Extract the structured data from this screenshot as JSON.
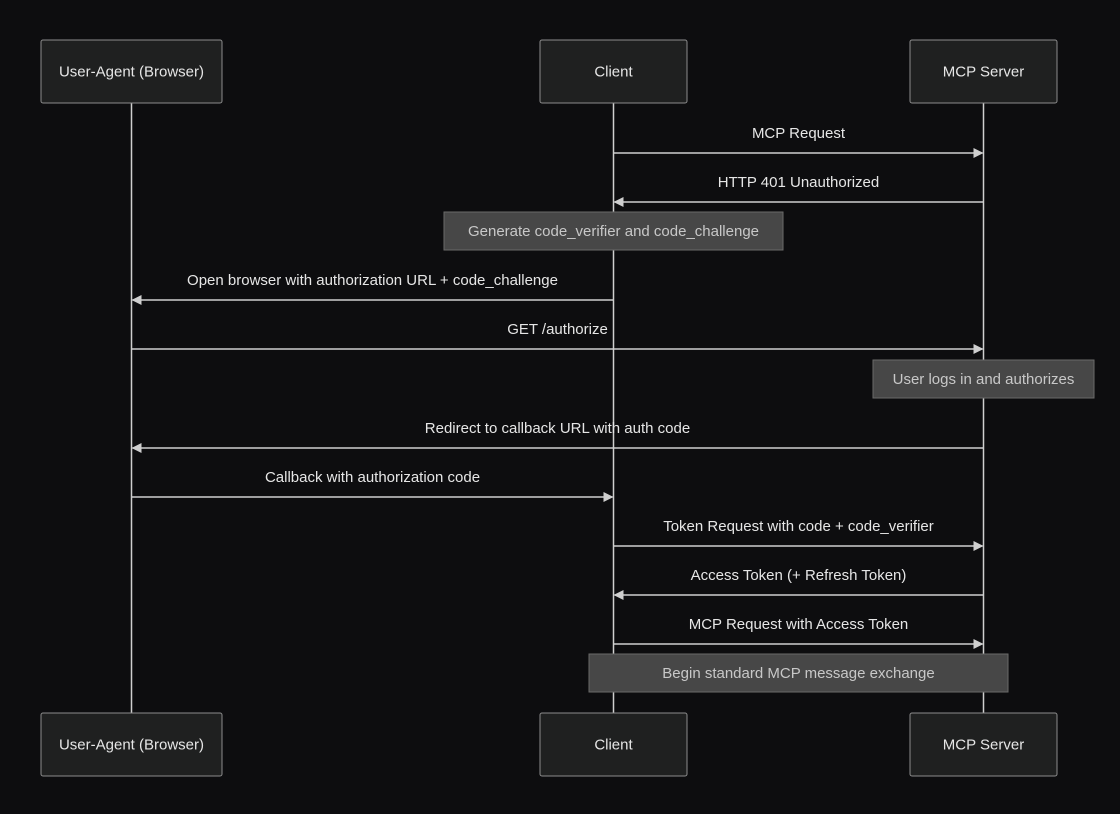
{
  "participants": [
    {
      "id": "user_agent",
      "label": "User-Agent (Browser)"
    },
    {
      "id": "client",
      "label": "Client"
    },
    {
      "id": "mcp_server",
      "label": "MCP Server"
    }
  ],
  "steps": [
    {
      "kind": "message",
      "from": "client",
      "to": "mcp_server",
      "label": "MCP Request"
    },
    {
      "kind": "message",
      "from": "mcp_server",
      "to": "client",
      "label": "HTTP 401 Unauthorized"
    },
    {
      "kind": "note",
      "over": "client",
      "label": "Generate code_verifier and code_challenge"
    },
    {
      "kind": "message",
      "from": "client",
      "to": "user_agent",
      "label": "Open browser with authorization URL + code_challenge"
    },
    {
      "kind": "message",
      "from": "user_agent",
      "to": "mcp_server",
      "label": "GET /authorize"
    },
    {
      "kind": "note",
      "over": "mcp_server",
      "label": "User logs in and authorizes"
    },
    {
      "kind": "message",
      "from": "mcp_server",
      "to": "user_agent",
      "label": "Redirect to callback URL with auth code"
    },
    {
      "kind": "message",
      "from": "user_agent",
      "to": "client",
      "label": "Callback with authorization code"
    },
    {
      "kind": "message",
      "from": "client",
      "to": "mcp_server",
      "label": "Token Request with code + code_verifier"
    },
    {
      "kind": "message",
      "from": "mcp_server",
      "to": "client",
      "label": "Access Token (+ Refresh Token)"
    },
    {
      "kind": "message",
      "from": "client",
      "to": "mcp_server",
      "label": "MCP Request with Access Token"
    },
    {
      "kind": "note",
      "over": "client,mcp_server",
      "label": "Begin standard MCP message exchange"
    }
  ],
  "colors": {
    "background": "#0d0d0f",
    "box_fill": "#1f2020",
    "box_stroke": "#8c8c8c",
    "line": "#cfcfcf",
    "text": "#e6e6e6",
    "note_fill": "#474747",
    "note_stroke": "#6a6a6a",
    "note_text": "#c8c8c8"
  }
}
